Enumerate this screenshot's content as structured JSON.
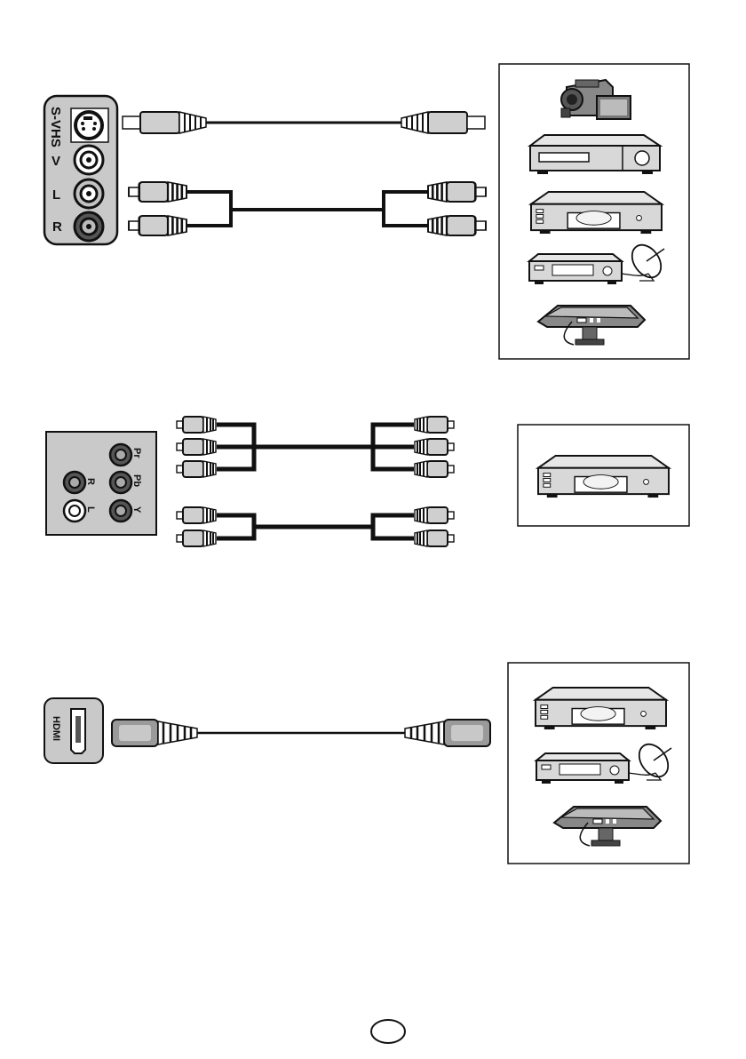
{
  "panel_composite": {
    "svhs_label": "S-VHS",
    "video_label": "V",
    "left_label": "L",
    "right_label": "R"
  },
  "panel_component": {
    "pr_label": "Pr",
    "pb_label": "Pb",
    "y_label": "Y",
    "audio_r_label": "R",
    "audio_l_label": "L"
  },
  "panel_hdmi": {
    "hdmi_label": "HDMI"
  },
  "devices_section_1": [
    "camcorder-icon",
    "vcr-icon",
    "dvd-player-icon",
    "satellite-receiver-icon",
    "game-console-icon"
  ],
  "devices_section_2": [
    "dvd-player-icon"
  ],
  "devices_section_3": [
    "dvd-player-icon",
    "satellite-receiver-icon",
    "game-console-icon"
  ],
  "colors": {
    "panel_fill": "#c9c9c9",
    "jack_dark": "#555555",
    "cable": "#111111"
  }
}
